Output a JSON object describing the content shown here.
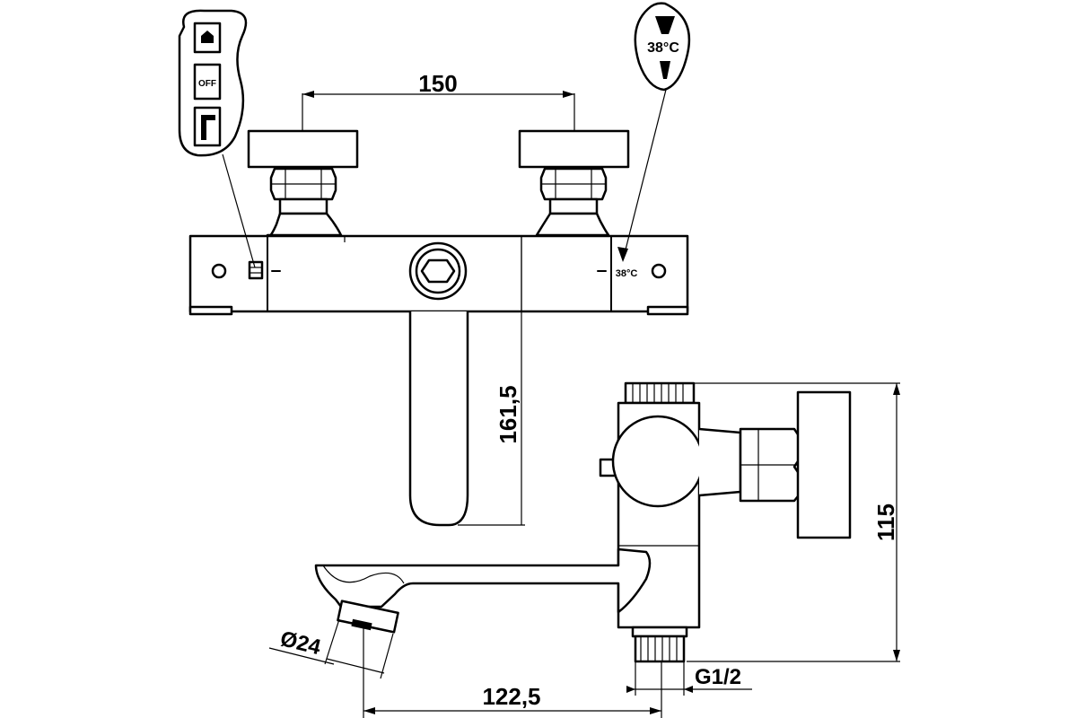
{
  "dimensions": {
    "top_width": "150",
    "spout_reach_front": "161,5",
    "body_height": "115",
    "spout_diameter": "Ø24",
    "spout_reach_side": "122,5",
    "thread": "G1/2"
  },
  "callouts": {
    "temperature_large": "38°C",
    "temperature_small": "38°C",
    "selector_off": "OFF"
  }
}
